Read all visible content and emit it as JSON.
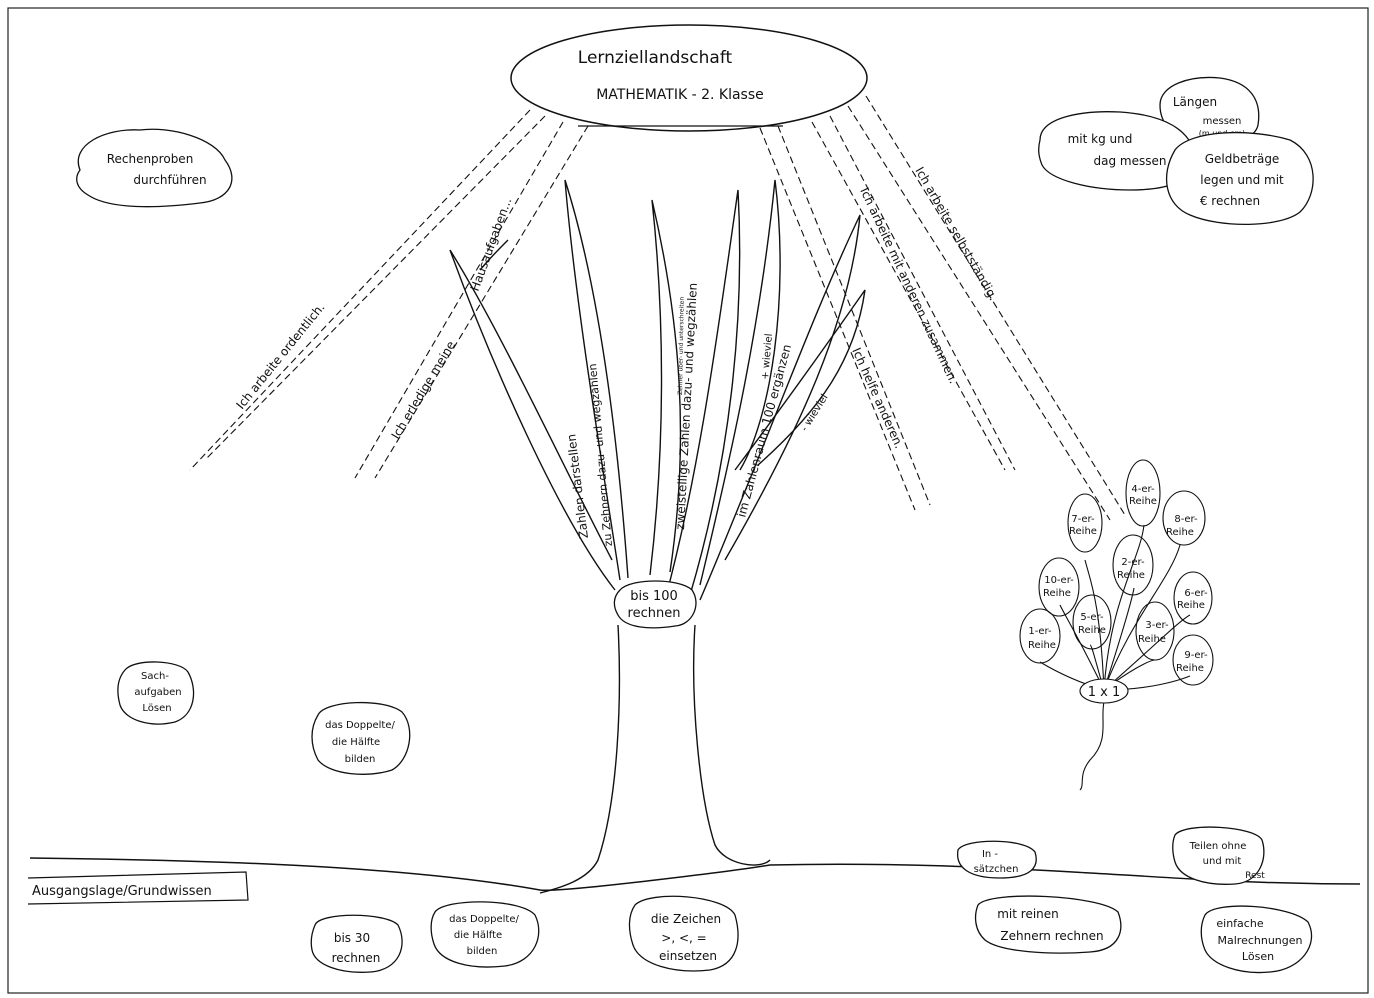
{
  "title": {
    "line1": "Lernziellandschaft",
    "line2": "MATHEMATIK   -   2. Klasse"
  },
  "ground_label": "Ausgangslage/Grundwissen",
  "trunk_label": [
    "bis  100",
    "rechnen"
  ],
  "branches": [
    "Zahlen darstellen",
    "zu Zehnern dazu- und wegzählen",
    "Zehner über- und unterschreiten",
    "zweistellige Zahlen dazu- und wegzählen",
    "+ wieviel",
    "im Zahlenraum 100 ergänzen",
    "- wieviel",
    "Hausaufgaben..."
  ],
  "rays": [
    "Ich arbeite ordentlich.",
    "Ich erledige meine",
    "Ich arbeite mit anderen zusammen.",
    "Ich helfe anderen.",
    "Ich arbeite selbstständig."
  ],
  "clouds_top_left": [
    "Rechenproben",
    "durchführen"
  ],
  "clouds_top_right": {
    "laengen": [
      "Längen",
      "messen",
      "(m und cm)"
    ],
    "kg": [
      "mit  kg  und",
      "dag  messen"
    ],
    "geld": [
      "Geldbeträge",
      "legen und mit",
      "€  rechnen"
    ]
  },
  "left_items": {
    "sach": [
      "Sach-",
      "aufgaben",
      "Lösen"
    ],
    "doppelt_upper": [
      "das Doppelte/",
      "die Hälfte",
      "bilden"
    ]
  },
  "balloons": {
    "center": "1 x 1",
    "items": [
      [
        "4-er-",
        "Reihe"
      ],
      [
        "7-er-",
        "Reihe"
      ],
      [
        "8-er-",
        "Reihe"
      ],
      [
        "2-er-",
        "Reihe"
      ],
      [
        "10-er-",
        "Reihe"
      ],
      [
        "6-er-",
        "Reihe"
      ],
      [
        "5-er-",
        "Reihe"
      ],
      [
        "1-er-",
        "Reihe"
      ],
      [
        "3-er-",
        "Reihe"
      ],
      [
        "9-er-",
        "Reihe"
      ]
    ]
  },
  "ground_items_above": {
    "einsaetzchen": [
      "In -",
      "sätzchen"
    ],
    "teilen": [
      "Teilen  ohne",
      "und  mit",
      "Rest"
    ]
  },
  "roots": {
    "bis30": [
      "bis    30",
      "rechnen"
    ],
    "doppelt": [
      "das Doppelte/",
      "die Hälfte",
      "bilden"
    ],
    "zeichen": [
      "die  Zeichen",
      ">,  <,  =",
      "einsetzen"
    ],
    "zehnern": [
      "mit  reinen",
      "Zehnern  rechnen"
    ],
    "malrechnungen": [
      "einfache",
      "Malrechnungen",
      "Lösen"
    ]
  }
}
